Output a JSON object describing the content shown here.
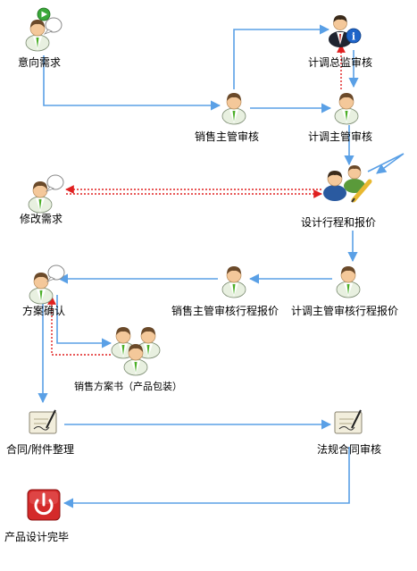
{
  "nodes": {
    "intent": "意向需求",
    "director_review": "计调总监审核",
    "sales_review": "销售主管审核",
    "planner_review": "计调主管审核",
    "modify": "修改需求",
    "design": "设计行程和报价",
    "confirm": "方案确认",
    "sales_itin_review": "销售主管审核行程报价",
    "planner_itin_review": "计调主管审核行程报价",
    "proposal_book": "销售方案书（产品包装）",
    "contract": "合同/附件整理",
    "legal_review": "法规合同审核",
    "done": "产品设计完毕"
  },
  "colors": {
    "flow_arrow": "#5aa0e6",
    "reject_arrow": "#e02020",
    "person_shirt": "#ffffff",
    "person_tie": "#4caf28",
    "power_red": "#d42a2a",
    "info_blue": "#1e64c8",
    "play_green": "#3aa83a"
  },
  "icons": {
    "intent": "person-chat-icon",
    "director": "manager-info-icon",
    "sales": "person-icon",
    "planner": "person-icon",
    "modify": "person-chat-icon",
    "design": "designers-pencil-icon",
    "confirm": "person-chat-icon",
    "itin_sales": "person-icon",
    "itin_planner": "person-icon",
    "group": "group-icon",
    "contract": "document-sign-icon",
    "legal": "document-sign-icon",
    "done": "power-icon"
  }
}
